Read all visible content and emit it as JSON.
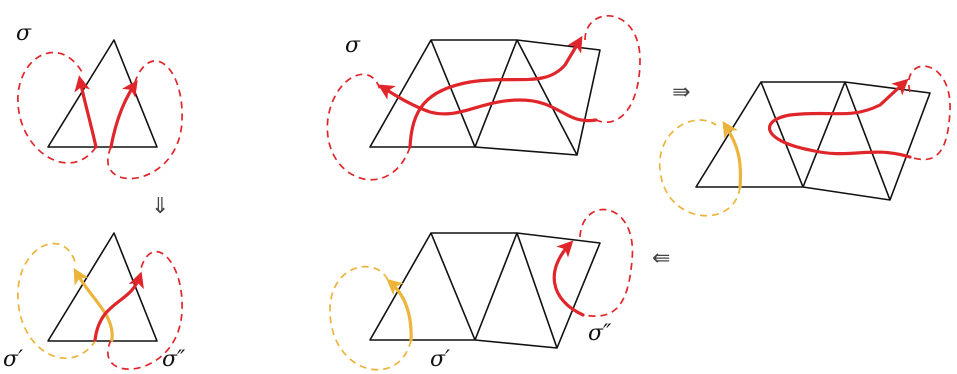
{
  "colors": {
    "red": "#e0262a",
    "yellow": "#ecb43a",
    "edge": "#111111"
  },
  "labels": {
    "sigma_top_left": "σ",
    "sigma_top_mid": "σ",
    "sigma_prime_bottom_left": "σ′",
    "sigma_dprime_bottom_left": "σ″",
    "sigma_prime_bottom_mid": "σ′",
    "sigma_dprime_bottom_mid": "σ″"
  },
  "arrows": {
    "left_down": "⇓",
    "mid_to_right": "⇛",
    "right_to_bottom": "⇚"
  }
}
